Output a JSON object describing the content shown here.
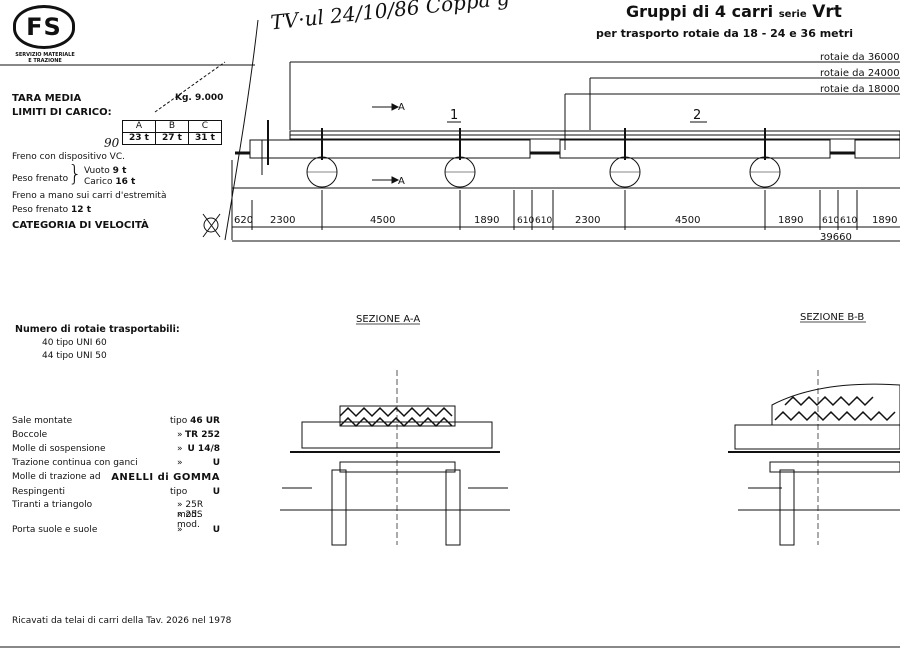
{
  "header": {
    "logo": "FS",
    "logo_caption_1": "SERVIZIO MATERIALE",
    "logo_caption_2": "E TRAZIONE",
    "handwritten_note": "TV·ul 24/10/86 Coppa g",
    "title_main": "Gruppi di 4 carri",
    "title_series_word": "serie",
    "title_series": "Vrt",
    "subtitle": "per trasporto rotaie da 18 - 24 e 36 metri"
  },
  "specs": {
    "tara_label": "TARA MEDIA",
    "tara_value": "Kg. 9.000",
    "limiti_label": "LIMITI DI CARICO:",
    "limiti_headers": [
      "A",
      "B",
      "C"
    ],
    "limiti_values": [
      "23 t",
      "27 t",
      "31 t"
    ],
    "limiti_note": "90",
    "freno_vc": "Freno con dispositivo VC.",
    "peso_frenato": "Peso frenato",
    "vuoto_label": "Vuoto",
    "vuoto_value": "9 t",
    "carico_label": "Carico",
    "carico_value": "16 t",
    "freno_mano": "Freno a mano sui carri d'estremità",
    "peso_frenato_2": "Peso frenato",
    "peso_frenato_2_value": "12 t",
    "categoria": "CATEGORIA DI VELOCITÀ",
    "rotaie_title": "Numero di rotaie trasportabili:",
    "rotaie_items": [
      "40 tipo UNI 60",
      "44 tipo UNI 50"
    ]
  },
  "components": [
    {
      "label": "Sale montate",
      "prefix": "tipo",
      "value": "46 UR"
    },
    {
      "label": "Boccole",
      "prefix": "»",
      "value": "TR 252"
    },
    {
      "label": "Molle di sospensione",
      "prefix": "»",
      "value": "U 14/8"
    },
    {
      "label": "Trazione continua con ganci",
      "prefix": "»",
      "value": "U"
    },
    {
      "label": "Molle di trazione ad",
      "prefix": "",
      "value": "ANELLI di GOMMA"
    },
    {
      "label": "Respingenti",
      "prefix": "tipo",
      "value": "U"
    },
    {
      "label": "Tiranti a triangolo",
      "prefix": "» 25R mod.",
      "value": ""
    },
    {
      "label": "",
      "prefix": "» 25S mod.",
      "value": ""
    },
    {
      "label": "Porta suole e suole",
      "prefix": "»",
      "value": "U"
    }
  ],
  "footer": "Ricavati da telai di carri della Tav. 2026 nel 1978",
  "drawing": {
    "rail_lengths": [
      "rotaie da 36000",
      "rotaie da 24000",
      "rotaie da 18000"
    ],
    "section_marker": "A",
    "car_numbers": [
      "1",
      "2"
    ],
    "dimensions": [
      "620",
      "2300",
      "4500",
      "1890",
      "610",
      "610",
      "2300",
      "4500",
      "1890",
      "610",
      "610",
      "1890"
    ],
    "total_length": "39660",
    "section_aa": "SEZIONE A-A",
    "section_bb": "SEZIONE B-B"
  },
  "colors": {
    "ink": "#111111",
    "paper": "#ffffff"
  }
}
